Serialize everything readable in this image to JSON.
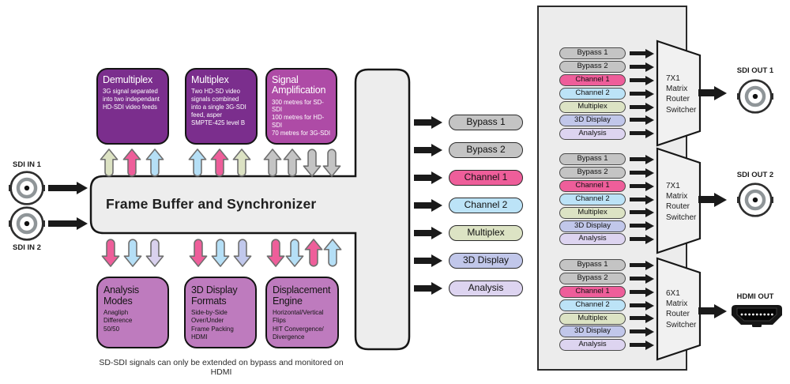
{
  "palette": {
    "purple_dark": "#7B2E8D",
    "purple_mid": "#AE4BA6",
    "purple_light": "#BE7BBE",
    "pink": "#EE5E9A",
    "blue": "#B5DFF6",
    "green": "#DCE2C3",
    "gray": "#C4C4C4",
    "periwinkle": "#C1C8EC",
    "lavender": "#D9D1EE",
    "bar_fill": "#EDEDED",
    "panel_fill": "#ECECEC",
    "black": "#1A1A1A"
  },
  "inputs": [
    {
      "label": "SDI IN 1"
    },
    {
      "label": "SDI IN 2"
    }
  ],
  "frame_buffer": {
    "title": "Frame Buffer and Synchronizer"
  },
  "top_boxes": [
    {
      "title": "Demultiplex",
      "body": "3G signal separated\ninto two independant\nHD-SDI video feeds",
      "fill": "#7B2E8D"
    },
    {
      "title": "Multiplex",
      "body": "Two HD-SD video\nsignals combined\ninto a single 3G-SDI\nfeed, asper\nSMPTE-425 level B",
      "fill": "#7B2E8D"
    },
    {
      "title": "Signal\nAmplification",
      "body": "300 metres for SD-SDI\n100 metres for HD-SDI\n70 metres for 3G-SDI",
      "fill": "#AE4BA6"
    }
  ],
  "bottom_boxes": [
    {
      "title": "Analysis\nModes",
      "body": "Anagliph\nDifference\n50/50",
      "fill": "#BE7BBE"
    },
    {
      "title": "3D Display\nFormats",
      "body": "Side-by-Side\nOver/Under\nFrame Packing HDMI",
      "fill": "#BE7BBE"
    },
    {
      "title": "Displacement\nEngine",
      "body": "Horizontal/Vertical\nFlips\nHIT Convergence/\nDivergence",
      "fill": "#BE7BBE"
    }
  ],
  "flow_arrows": {
    "top": [
      {
        "dirs": [
          "up",
          "up",
          "up"
        ],
        "colors": [
          "#DCE2C3",
          "#EE5E9A",
          "#B5DFF6"
        ]
      },
      {
        "dirs": [
          "up",
          "up",
          "up"
        ],
        "colors": [
          "#B5DFF6",
          "#EE5E9A",
          "#DCE2C3"
        ]
      },
      {
        "dirs": [
          "up",
          "up",
          "down",
          "down"
        ],
        "colors": [
          "#C4C4C4",
          "#C4C4C4",
          "#C4C4C4",
          "#C4C4C4"
        ]
      }
    ],
    "bottom": [
      {
        "dirs": [
          "down",
          "down",
          "down"
        ],
        "colors": [
          "#EE5E9A",
          "#B5DFF6",
          "#D9D1EE"
        ]
      },
      {
        "dirs": [
          "down",
          "down",
          "down"
        ],
        "colors": [
          "#EE5E9A",
          "#B5DFF6",
          "#C1C8EC"
        ]
      },
      {
        "dirs": [
          "down",
          "down",
          "up",
          "up"
        ],
        "colors": [
          "#EE5E9A",
          "#B5DFF6",
          "#EE5E9A",
          "#B5DFF6"
        ]
      }
    ]
  },
  "channels": [
    {
      "label": "Bypass 1",
      "color": "#C4C4C4"
    },
    {
      "label": "Bypass 2",
      "color": "#C4C4C4"
    },
    {
      "label": "Channel 1",
      "color": "#EE5E9A"
    },
    {
      "label": "Channel 2",
      "color": "#BCE3F7"
    },
    {
      "label": "Multiplex",
      "color": "#DCE3C4"
    },
    {
      "label": "3D Display",
      "color": "#C1C7EA"
    },
    {
      "label": "Analysis",
      "color": "#DDD4F0"
    }
  ],
  "routers": [
    {
      "label": "7X1\nMatrix\nRouter\nSwitcher",
      "output_label": "SDI OUT 1",
      "output_type": "bnc"
    },
    {
      "label": "7X1\nMatrix\nRouter\nSwitcher",
      "output_label": "SDI OUT 2",
      "output_type": "bnc"
    },
    {
      "label": "6X1\nMatrix\nRouter\nSwitcher",
      "output_label": "HDMI OUT",
      "output_type": "hdmi"
    }
  ],
  "footnote": "SD-SDI signals can only be extended on bypass and monitored on HDMI"
}
